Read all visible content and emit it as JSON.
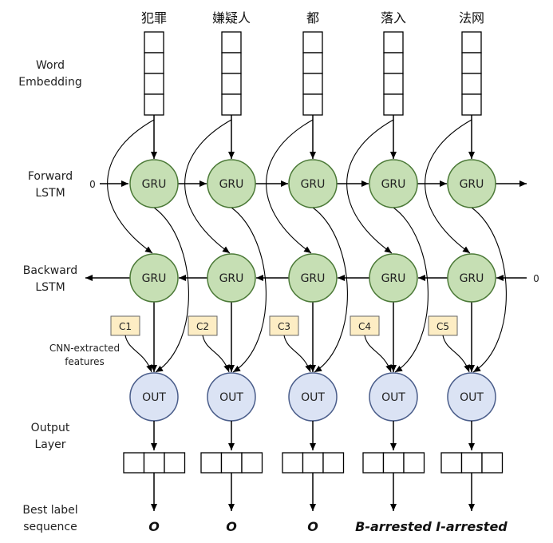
{
  "row_labels": {
    "word_embedding": [
      "Word",
      "Embedding"
    ],
    "forward": [
      "Forward",
      "LSTM"
    ],
    "backward": [
      "Backward",
      "LSTM"
    ],
    "cnn": [
      "CNN-extracted",
      "features"
    ],
    "output_layer": [
      "Output",
      "Layer"
    ],
    "best_label": [
      "Best label",
      "sequence"
    ]
  },
  "tokens": [
    "犯罪",
    "嫌疑人",
    "都",
    "落入",
    "法网"
  ],
  "forward_node_label": "GRU",
  "backward_node_label": "GRU",
  "out_node_label": "OUT",
  "cnn_features": [
    "C1",
    "C2",
    "C3",
    "C4",
    "C5"
  ],
  "labels_sequence": [
    "O",
    "O",
    "O",
    "B-arrested",
    "I-arrested"
  ],
  "forward_init": "0",
  "backward_init": "0",
  "colors": {
    "gru_fill": "#c6dfb4",
    "gru_stroke": "#4c7a38",
    "out_fill": "#dbe3f4",
    "out_stroke": "#4a5d8a",
    "feature_fill": "#fdedc4",
    "feature_stroke": "#666666"
  }
}
